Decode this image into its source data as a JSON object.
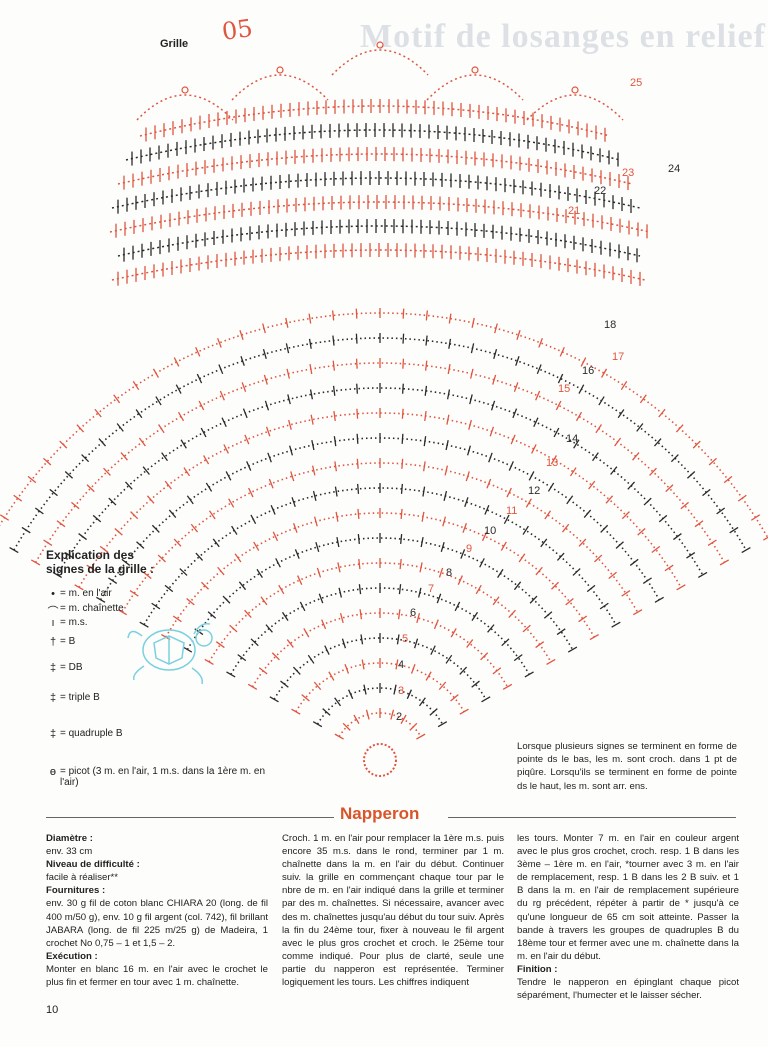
{
  "header_ghost": "Motif de losanges en relief",
  "handwritten_mark": "05",
  "diagram": {
    "label": "Grille",
    "row_numbers": [
      "2",
      "3",
      "4",
      "5",
      "6",
      "7",
      "8",
      "9",
      "10",
      "11",
      "12",
      "13",
      "14",
      "15",
      "16",
      "17",
      "18",
      "21",
      "22",
      "23",
      "24",
      "25"
    ],
    "colors": {
      "dark": "#2b2b2b",
      "accent": "#e0553f",
      "turtle": "#7ad0e0"
    }
  },
  "legend": {
    "title_line1": "Explication des",
    "title_line2": "signes de la grille :",
    "items": [
      {
        "icon": "chain-stitch-icon",
        "symbol": "•",
        "text": "= m. en l'air"
      },
      {
        "icon": "slip-stitch-icon",
        "symbol": "⌒",
        "text": "= m. chaînette"
      },
      {
        "icon": "single-crochet-icon",
        "symbol": "ı",
        "text": "= m.s."
      },
      {
        "icon": "double-crochet-icon",
        "symbol": "†",
        "text": "= B"
      },
      {
        "icon": "double-treble-icon",
        "symbol": "‡",
        "text": "= DB"
      },
      {
        "icon": "triple-treble-icon",
        "symbol": "‡",
        "text": "= triple B"
      },
      {
        "icon": "quadruple-treble-icon",
        "symbol": "‡",
        "text": "= quadruple B"
      },
      {
        "icon": "picot-icon",
        "symbol": "ɵ",
        "text": "= picot (3 m. en l'air, 1 m.s. dans la 1ère m. en l'air)"
      }
    ]
  },
  "note_right": "Lorsque plusieurs signes se terminent en forme de pointe ds le bas, les m. sont croch. dans 1 pt de piqûre. Lorsqu'ils se terminent en forme de pointe ds le haut, les m. sont arr. ens.",
  "section_title": "Napperon",
  "column1": {
    "diametre_label": "Diamètre :",
    "diametre_value": "env. 33 cm",
    "niveau_label": "Niveau de difficulté :",
    "niveau_value": "facile à réaliser**",
    "fournitures_label": "Fournitures :",
    "fournitures_value": "env. 30 g fil de coton blanc CHIARA 20 (long. de fil 400 m/50 g), env. 10 g fil argent (col. 742), fil brillant JABARA (long. de fil 225 m/25 g) de Madeira, 1 crochet No 0,75 – 1 et 1,5 – 2.",
    "execution_label": "Exécution :",
    "execution_value": "Monter en blanc 16 m. en l'air avec le crochet le plus fin et fermer en tour avec 1 m. chaînette."
  },
  "column2": "Croch. 1 m. en l'air pour remplacer la 1ère m.s. puis encore 35 m.s. dans le rond, terminer par 1 m. chaînette dans la m. en l'air du début. Continuer suiv. la grille en commençant chaque tour par le nbre de m. en l'air indiqué dans la grille et terminer par des m. chaînettes. Si nécessaire, avancer avec des m. chaînettes jusqu'au début du tour suiv. Après la fin du 24ème tour, fixer à nouveau le fil argent avec le plus gros crochet et croch. le 25ème tour comme indiqué. Pour plus de clarté, seule une partie du napperon est représentée. Terminer logiquement les tours. Les chiffres indiquent",
  "column3": {
    "text": "les tours. Monter 7 m. en l'air en couleur argent avec le plus gros crochet, croch. resp. 1 B dans les 3ème – 1ère m. en l'air, *tourner avec 3 m. en l'air de remplacement, resp. 1 B dans les 2 B suiv. et 1 B dans la m. en l'air de remplacement supérieure du rg précédent, répéter à partir de * jusqu'à ce qu'une longueur de 65 cm soit atteinte. Passer la bande à travers les groupes de quadruples B du 18ème tour et fermer avec une m. chaînette dans la m. en l'air du début.",
    "finition_label": "Finition :",
    "finition_value": "Tendre le napperon en épinglant chaque picot séparément, l'humecter et le laisser sécher."
  },
  "page_number": "10"
}
